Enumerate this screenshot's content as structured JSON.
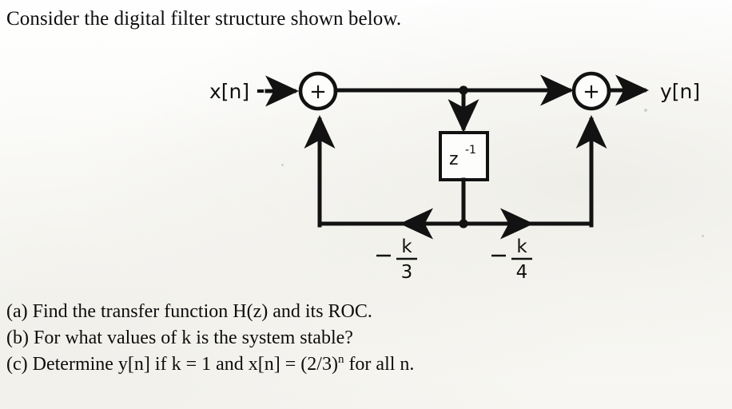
{
  "document": {
    "prompt": "Consider the digital filter structure shown below.",
    "questions": [
      {
        "id": "a",
        "label": "(a)",
        "text": "Find the transfer function H(z) and its ROC."
      },
      {
        "id": "b",
        "label": "(b)",
        "text": "For what values of k is the system stable?"
      },
      {
        "id": "c",
        "label": "(c)",
        "text_before": "Determine y[n] if k = 1 and x[n] = (2/3)",
        "exponent": "n",
        "text_after": " for all n."
      }
    ]
  },
  "diagram": {
    "title": "digital-filter-block-diagram",
    "input_label": "x[n]",
    "output_label": "y[n]",
    "adder_left": {
      "symbol": "+",
      "name": "input-summing-node"
    },
    "adder_right": {
      "symbol": "+",
      "name": "output-summing-node"
    },
    "delay_block": {
      "base": "z",
      "exponent": "-1"
    },
    "gains": [
      {
        "name": "feedback-gain-left",
        "sign": "—",
        "numerator": "k",
        "denominator": "3",
        "direction": "left"
      },
      {
        "name": "feedback-gain-right",
        "sign": "—",
        "numerator": "k",
        "denominator": "4",
        "direction": "right"
      }
    ],
    "colors": {
      "ink": "#121212",
      "paper": "#fdfdfb"
    }
  }
}
